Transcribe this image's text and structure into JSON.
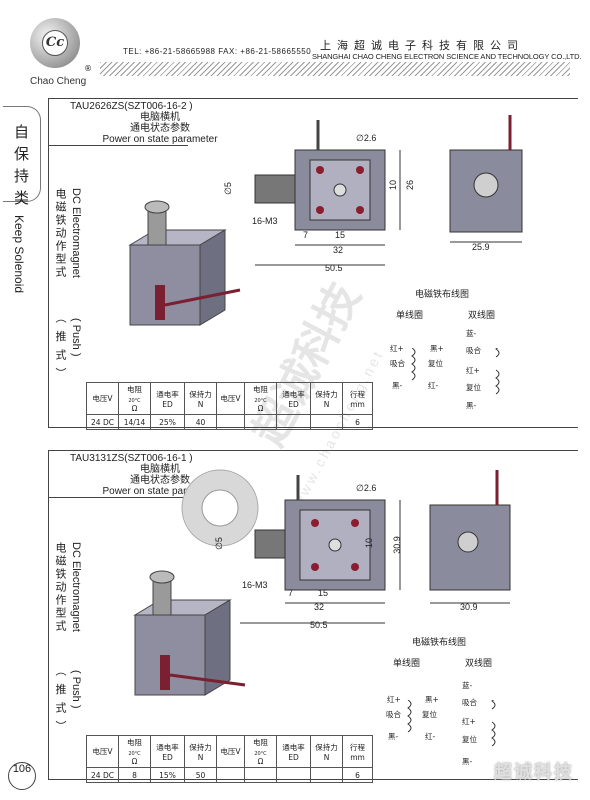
{
  "header": {
    "brand": "Chao Cheng",
    "logo_text": "Cc",
    "registered": "®",
    "tel_fax": "TEL: +86-21-58665988  FAX: +86-21-58665550",
    "company_cn": "上海超诚电子科技有限公司",
    "company_en": "SHANGHAI CHAO CHENG ELECTRON SCIENCE AND TECHNOLOGY CO.,LTD."
  },
  "side_tab": {
    "chars": [
      "自",
      "保",
      "持",
      "类"
    ],
    "english": "Keep Solenoid"
  },
  "sections": [
    {
      "model": "TAU2626ZS(SZT006-16-2 )",
      "title_cn1": "电脑横机",
      "title_cn2": "通电状态参数",
      "title_en": "Power on state parameter",
      "vert_cn": "电磁铁动作型式",
      "vert_en": "DC Electromagnet",
      "paren_cn": "（ 推 式 ）",
      "paren_en": "( Push )",
      "dims": {
        "d26": "2.6",
        "d5": "5",
        "d10": "10",
        "d26h": "26",
        "d7": "7",
        "d15": "15",
        "d32": "32",
        "d505": "50.5",
        "m3": "16-M3",
        "d259": "25.9"
      },
      "wiring": {
        "title": "电磁铁布线图",
        "single": "单线圈",
        "double": "双线圈",
        "red_plus": "红+",
        "black_plus": "黑+",
        "hold": "吸合",
        "reset": "复位",
        "black_minus": "黑-",
        "red_minus": "红-",
        "blue_minus": "蓝-",
        "red_plus2": "红+",
        "black_minus2": "黑-"
      },
      "table": {
        "h_voltage": "电压V",
        "h_res": "电阻",
        "h_temp": "20°C",
        "h_res_unit": "Ω",
        "h_duty": "通电率",
        "h_duty_unit": "ED",
        "h_hold": "保持力",
        "h_hold_unit": "N",
        "h_voltage2": "电压V",
        "h_res2": "电阻",
        "h_temp2": "20°C",
        "h_res_unit2": "Ω",
        "h_duty2": "通电率",
        "h_duty_unit2": "ED",
        "h_hold2": "保持力",
        "h_hold_unit2": "N",
        "h_stroke": "行程",
        "h_stroke_unit": "mm",
        "voltage": "24 DC",
        "resistance": "14/14",
        "duty": "25%",
        "hold": "40",
        "stroke": "6"
      }
    },
    {
      "model": "TAU3131ZS(SZT006-16-1 )",
      "title_cn1": "电脑横机",
      "title_cn2": "通电状态参数",
      "title_en": "Power on state parameter",
      "vert_cn": "电磁铁动作型式",
      "vert_en": "DC Electromagnet",
      "paren_cn": "（ 推 式 ）",
      "paren_en": "( Push )",
      "dims": {
        "d26": "2.6",
        "d5": "5",
        "d10": "10",
        "d309h": "30.9",
        "d7": "7",
        "d15": "15",
        "d32": "32",
        "d505": "50.5",
        "m3": "16-M3",
        "d309": "30.9"
      },
      "wiring": {
        "title": "电磁铁布线图",
        "single": "单线圈",
        "double": "双线圈",
        "red_plus": "红+",
        "black_plus": "黑+",
        "hold": "吸合",
        "reset": "复位",
        "black_minus": "黑-",
        "red_minus": "红-",
        "blue_minus": "蓝-",
        "red_plus2": "红+",
        "black_minus2": "黑-"
      },
      "table": {
        "h_voltage": "电压V",
        "h_res": "电阻",
        "h_temp": "20°C",
        "h_res_unit": "Ω",
        "h_duty": "通电率",
        "h_duty_unit": "ED",
        "h_hold": "保持力",
        "h_hold_unit": "N",
        "h_voltage2": "电压V",
        "h_res2": "电阻",
        "h_temp2": "20°C",
        "h_res_unit2": "Ω",
        "h_duty2": "通电率",
        "h_duty_unit2": "ED",
        "h_hold2": "保持力",
        "h_hold_unit2": "N",
        "h_stroke": "行程",
        "h_stroke_unit": "mm",
        "voltage": "24 DC",
        "resistance": "8",
        "duty": "15%",
        "hold": "50",
        "stroke": "6"
      }
    }
  ],
  "watermark": {
    "big": "超诚科技",
    "url": "www.chaocheng.net",
    "corner": "超诚科技"
  },
  "page_number": "106"
}
